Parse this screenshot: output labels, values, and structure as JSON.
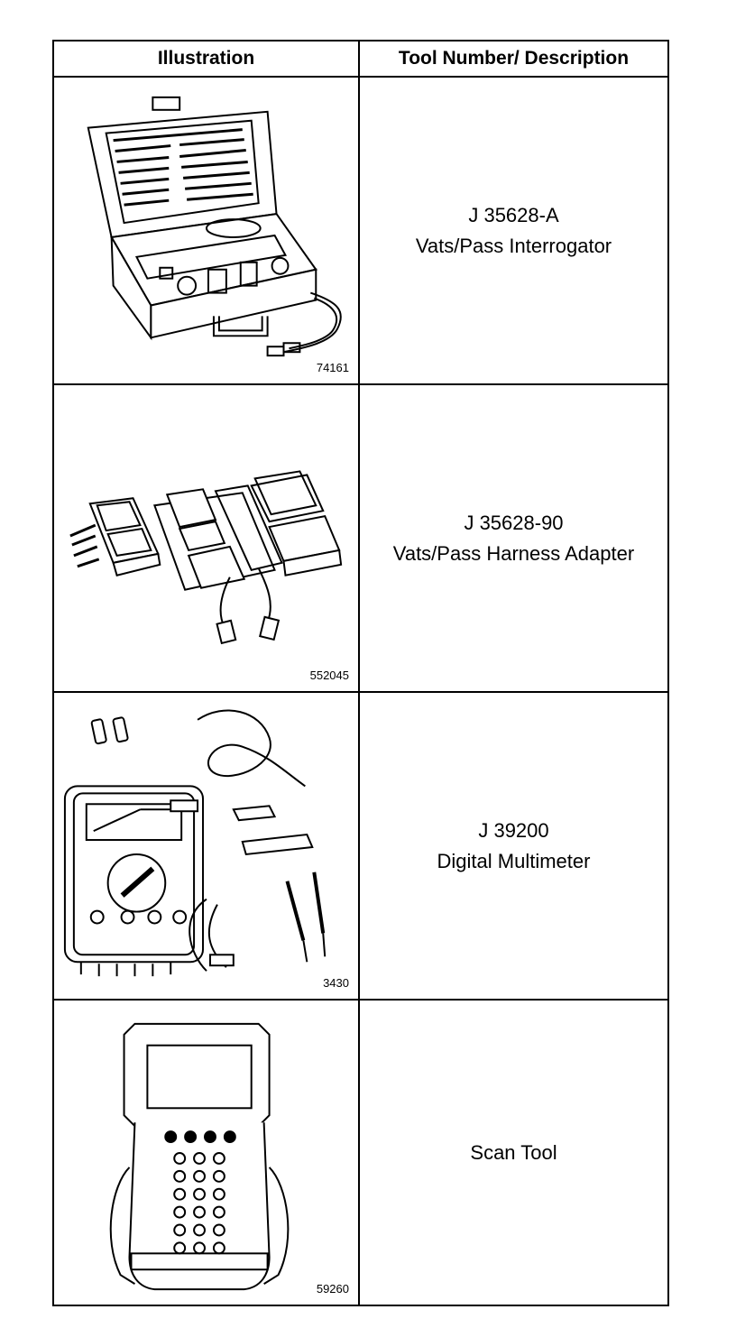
{
  "header": {
    "illustration": "Illustration",
    "description": "Tool Number/ Description"
  },
  "rows": [
    {
      "figure_number": "74161",
      "tool_number": "J 35628-A",
      "description": "Vats/Pass Interrogator",
      "icon": "interrogator-case-icon"
    },
    {
      "figure_number": "552045",
      "tool_number": "J 35628-90",
      "description": "Vats/Pass Harness Adapter",
      "icon": "harness-adapter-icon"
    },
    {
      "figure_number": "3430",
      "tool_number": "J 39200",
      "description": "Digital Multimeter",
      "icon": "multimeter-icon"
    },
    {
      "figure_number": "59260",
      "tool_number": "",
      "description": "Scan Tool",
      "icon": "scan-tool-icon"
    }
  ]
}
